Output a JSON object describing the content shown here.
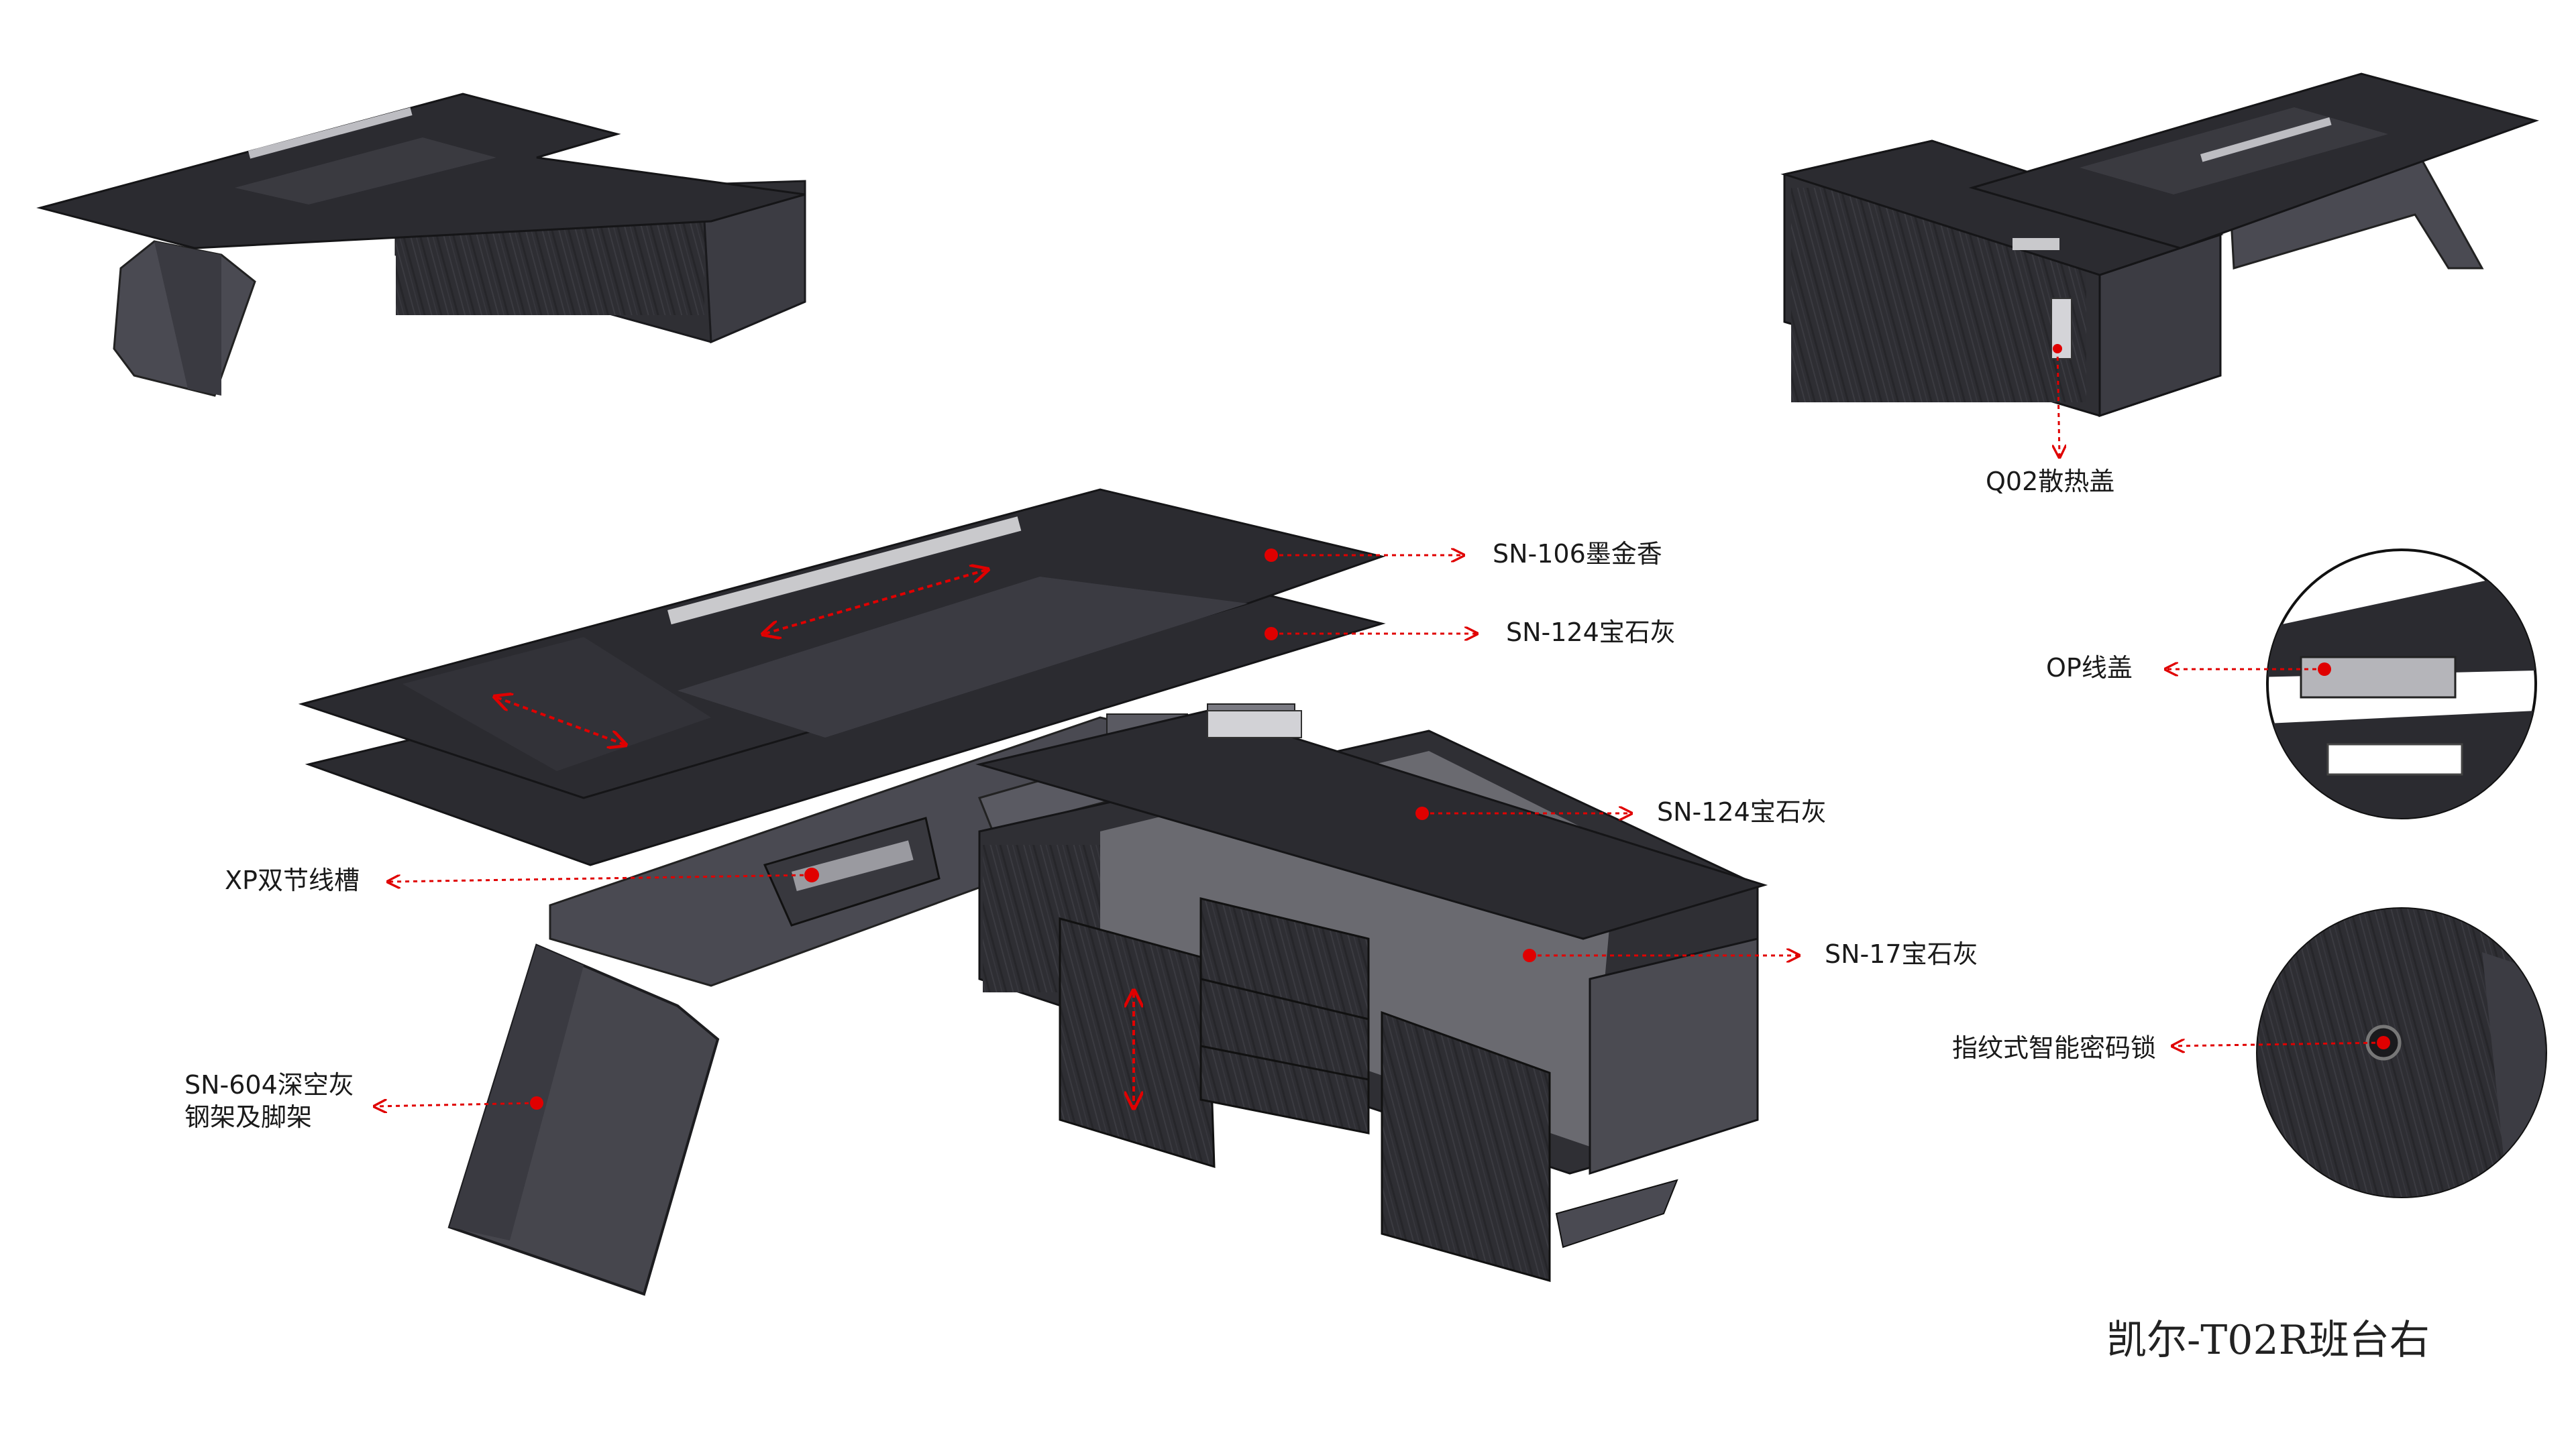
{
  "title": "凯尔-T02R班台右",
  "colors": {
    "desk_top": "#2b2b2e",
    "desk_edge": "#1c1c1f",
    "panel_grain": "#35353a",
    "leg": "#46464d",
    "interior": "#6a6a70",
    "grommet": "#c9c9cc",
    "callout": "#e00000",
    "text": "#1a1a1a"
  },
  "callouts": [
    {
      "id": "top-veneer",
      "label": "SN-106墨金香"
    },
    {
      "id": "top-base",
      "label": "SN-124宝石灰"
    },
    {
      "id": "cabinet-top",
      "label": "SN-124宝石灰"
    },
    {
      "id": "cabinet-body",
      "label": "SN-17宝石灰"
    },
    {
      "id": "cable-tray",
      "label": "XP双节线槽"
    },
    {
      "id": "leg-frame",
      "label": "SN-604深空灰",
      "label2": "钢架及脚架"
    },
    {
      "id": "heat-cover",
      "label": "Q02散热盖"
    },
    {
      "id": "wire-cover",
      "label": "OP线盖"
    },
    {
      "id": "fingerprint-lock",
      "label": "指纹式智能密码锁"
    }
  ]
}
